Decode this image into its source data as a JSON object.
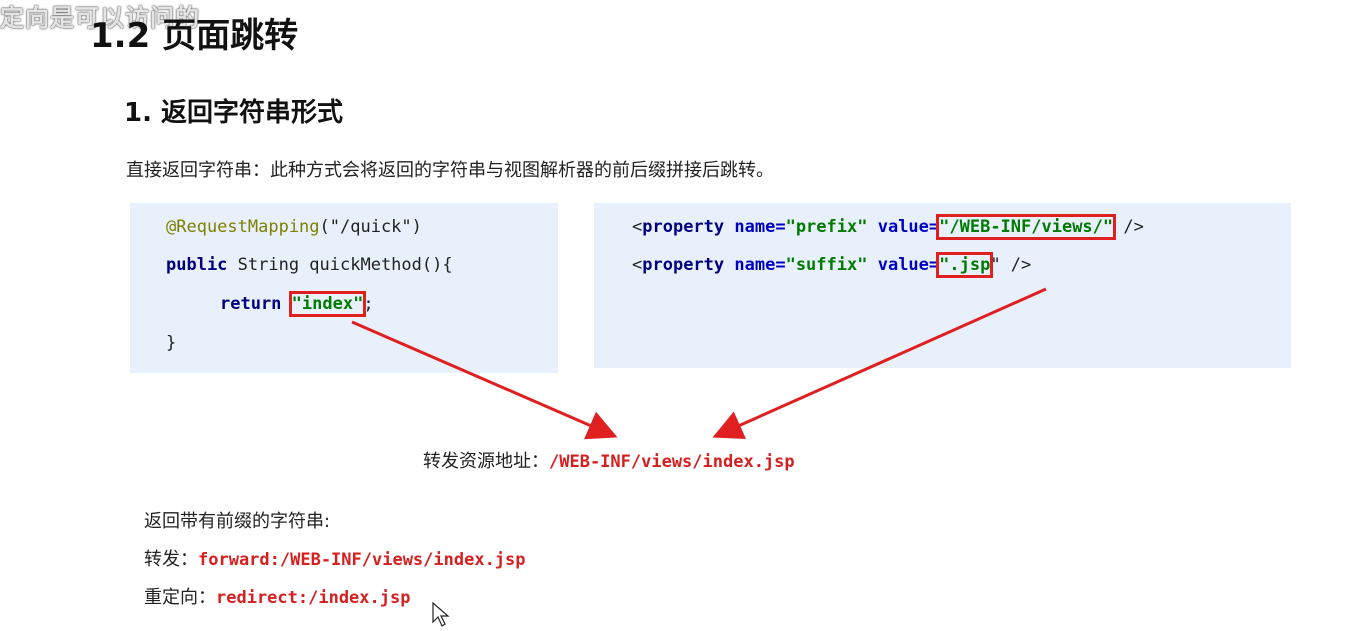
{
  "overlay_caption": "定向是可以访问的",
  "heading_main": "1.2 页面跳转",
  "heading_sub": "1. 返回字符串形式",
  "intro": "直接返回字符串：此种方式会将返回的字符串与视图解析器的前后缀拼接后跳转。",
  "java_code": {
    "annotation": "@RequestMapping",
    "annotation_arg": "(\"/quick\")",
    "line2_kw": "public",
    "line2_rest": " String quickMethod(){",
    "line3_kw": "return",
    "line3_str": "\"index\"",
    "line3_end": ";",
    "line4": "}"
  },
  "xml_code": {
    "line1_open": "<",
    "line1_tag": "property",
    "line1_name_attr": "name=",
    "line1_name_val": "\"prefix\"",
    "line1_value_attr": "value=",
    "line1_value_val": "\"/WEB-INF/views/\"",
    "line1_close": " />",
    "line2_open": "<",
    "line2_tag": "property",
    "line2_name_attr": "name=",
    "line2_name_val": "\"suffix\"",
    "line2_value_attr": "value=",
    "line2_value_val": "\".jsp",
    "line2_close": "\" />"
  },
  "forward_address_label": "转发资源地址：",
  "forward_address_value": "/WEB-INF/views/index.jsp",
  "prefixed_title": "返回带有前缀的字符串:",
  "forward_label": "转发：",
  "forward_value": "forward:/WEB-INF/views/index.jsp",
  "redirect_label": "重定向：",
  "redirect_value": "redirect:/index.jsp",
  "colors": {
    "highlight": "#e02020",
    "code_bg": "#e8f0fb",
    "red_text": "#d62020"
  }
}
